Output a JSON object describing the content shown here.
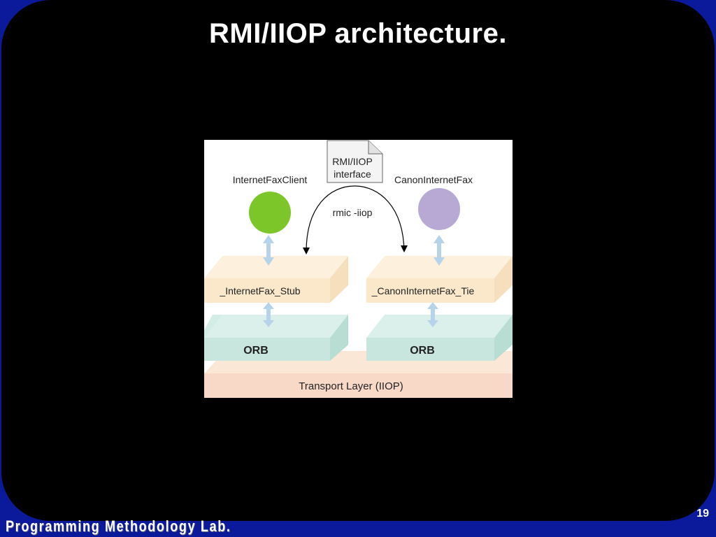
{
  "slide": {
    "title": "RMI/IIOP architecture.",
    "footer": "Programming Methodology Lab.",
    "page_number": "19"
  },
  "diagram": {
    "interface_doc": {
      "line1": "RMI/IIOP",
      "line2": "interface"
    },
    "client_label": "InternetFaxClient",
    "server_label": "CanonInternetFax",
    "compile_label": "rmic -iiop",
    "stub_label": "_InternetFax_Stub",
    "tie_label": "_CanonInternetFax_Tie",
    "orb_left_label": "ORB",
    "orb_right_label": "ORB",
    "transport_label": "Transport Layer (IIOP)",
    "colors": {
      "client_circle": "#7cc62a",
      "server_circle": "#b7a8d4",
      "stub_layer": "#fbe9cc",
      "orb_layer": "#c9e7df",
      "transport_layer": "#f8dccb",
      "arrow": "#b7d3ea"
    }
  }
}
